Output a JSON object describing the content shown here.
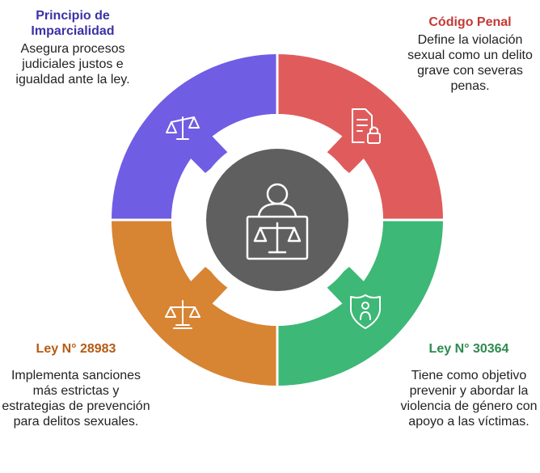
{
  "colors": {
    "purple": "#6f5de4",
    "red": "#e05c5c",
    "orange": "#d78433",
    "green": "#3db877",
    "center": "#5f5f5f",
    "title_purple": "#3b31a4",
    "title_red": "#c33a36",
    "title_orange": "#b55a12",
    "title_green": "#2d8a4e"
  },
  "segments": {
    "top_left": {
      "title": "Principio de Imparcialidad",
      "description": "Asegura procesos judiciales justos e igualdad ante la ley.",
      "icon": "scales-icon"
    },
    "top_right": {
      "title": "Código Penal",
      "description": "Define la violación sexual como un delito grave con severas penas.",
      "icon": "locked-document-icon"
    },
    "bottom_left": {
      "title": "Ley N° 28983",
      "description": "Implementa sanciones más estrictas y estrategias de prevención para delitos sexuales.",
      "icon": "justice-scale-icon"
    },
    "bottom_right": {
      "title": "Ley N° 30364",
      "description": "Tiene como objetivo prevenir y abordar la violencia de género con apoyo a las víctimas.",
      "icon": "shield-person-icon"
    }
  },
  "center": {
    "icon": "judge-at-bench-icon"
  }
}
